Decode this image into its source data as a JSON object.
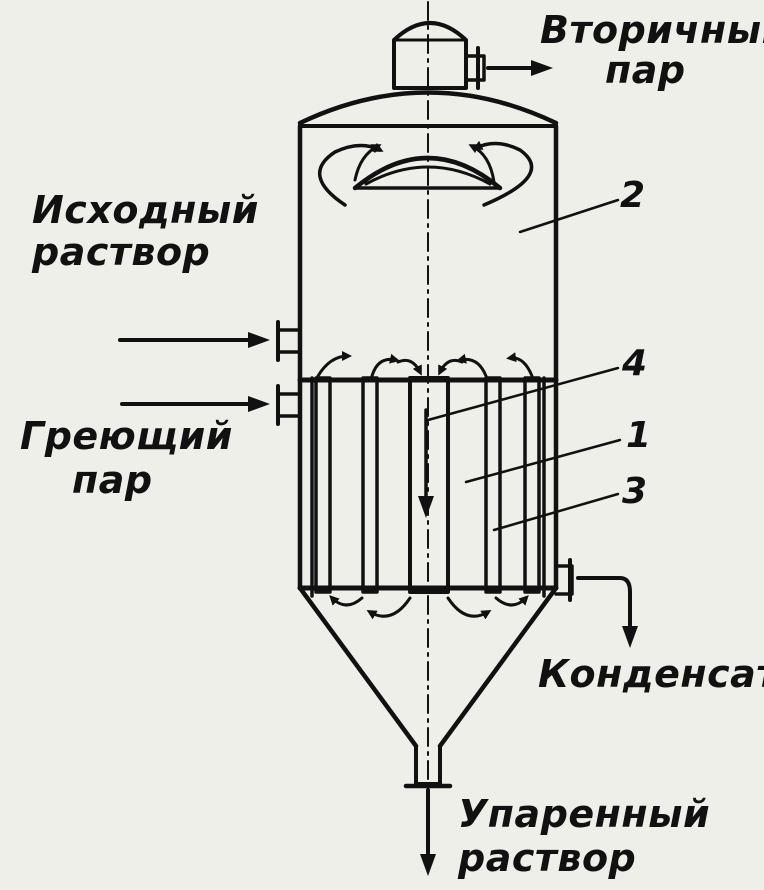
{
  "labels": {
    "secondary_steam": [
      "Вторичный",
      "пар"
    ],
    "initial_solution": [
      "Исходный",
      "раствор"
    ],
    "heating_steam": [
      "Греющий",
      "пар"
    ],
    "condensate": "Конденсат",
    "evaporated_solution": [
      "Упаренный",
      "раствор"
    ]
  },
  "callouts": [
    "2",
    "4",
    "1",
    "3"
  ],
  "colors": {
    "ink": "#111111",
    "paper": "#efefe9"
  }
}
